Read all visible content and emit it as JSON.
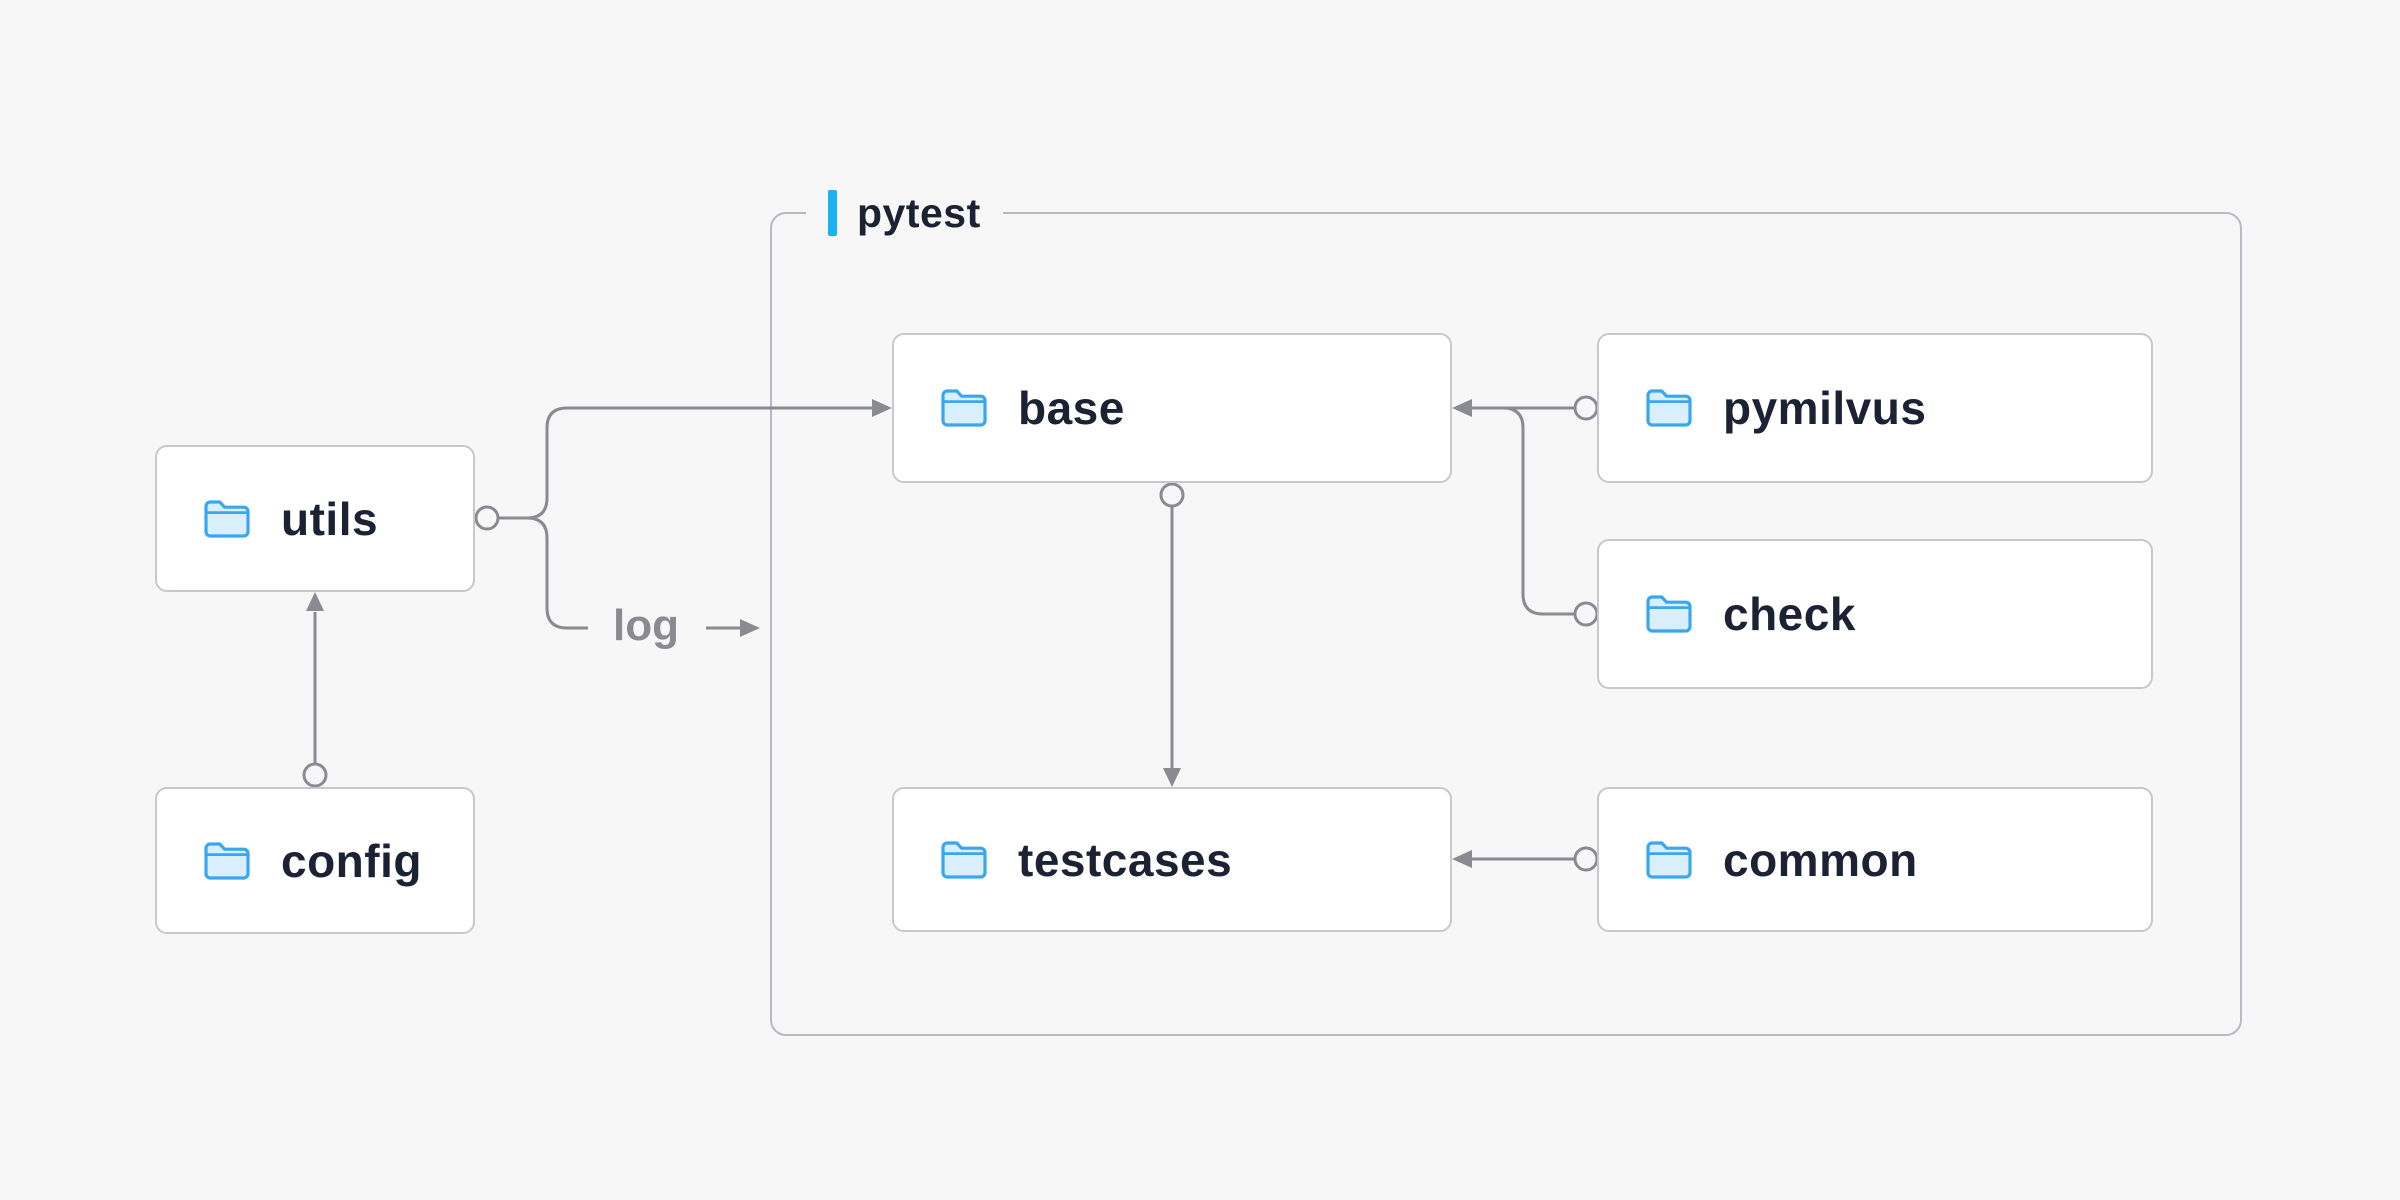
{
  "diagram": {
    "group": {
      "label": "pytest",
      "accent_color": "#18b2f3"
    },
    "log_label": "log",
    "nodes": {
      "utils": {
        "label": "utils"
      },
      "config": {
        "label": "config"
      },
      "base": {
        "label": "base"
      },
      "pymilvus": {
        "label": "pymilvus"
      },
      "check": {
        "label": "check"
      },
      "testcases": {
        "label": "testcases"
      },
      "common": {
        "label": "common"
      }
    },
    "edges": [
      {
        "from": "config",
        "to": "utils"
      },
      {
        "from": "utils",
        "to": "base"
      },
      {
        "from": "utils",
        "to": "log",
        "label": "log"
      },
      {
        "from": "pymilvus",
        "to": "base"
      },
      {
        "from": "check",
        "to": "base"
      },
      {
        "from": "base",
        "to": "testcases"
      },
      {
        "from": "common",
        "to": "testcases"
      }
    ],
    "colors": {
      "background": "#f7f7f8",
      "line": "#8a8a92",
      "node_border": "#c7c7cd",
      "group_border": "#b9b9c1",
      "text": "#1b2233",
      "folder_stroke": "#38a7ef",
      "folder_fill": "#d9effe",
      "accent_blue": "#18b2f3"
    }
  }
}
